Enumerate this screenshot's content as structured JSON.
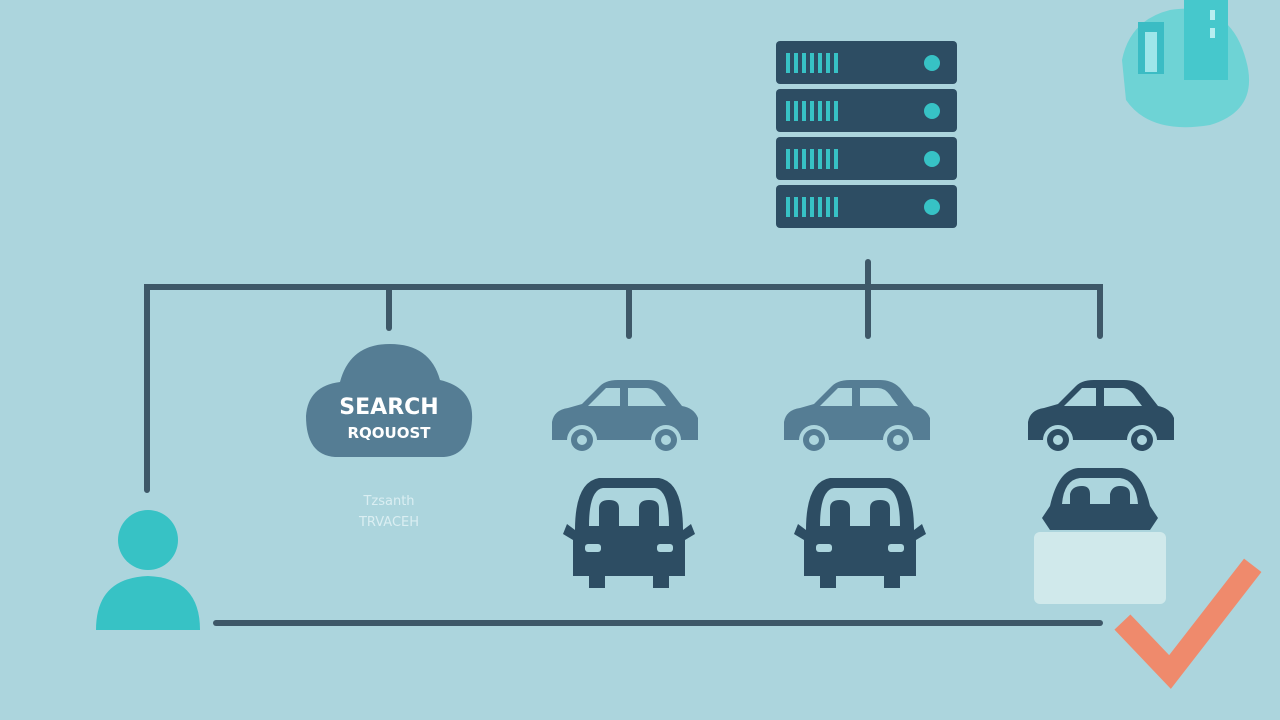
{
  "colors": {
    "background": "#acd5dd",
    "dark_navy": "#2d4d63",
    "slate": "#557d94",
    "teal": "#37c2c5",
    "coral": "#ef8a6c",
    "line": "#3e5868"
  },
  "cloud": {
    "line1": "SEARCH",
    "line2": "RQOUOST",
    "icon": "cloud-icon"
  },
  "faint_label": {
    "line1": "Tzsanth",
    "line2": "TRVACEH"
  },
  "icons": {
    "server": "server-rack-icon",
    "user": "user-icon",
    "car": "car-icon",
    "car_front": "car-front-icon",
    "check": "checkmark-icon",
    "building": "building-icon"
  }
}
